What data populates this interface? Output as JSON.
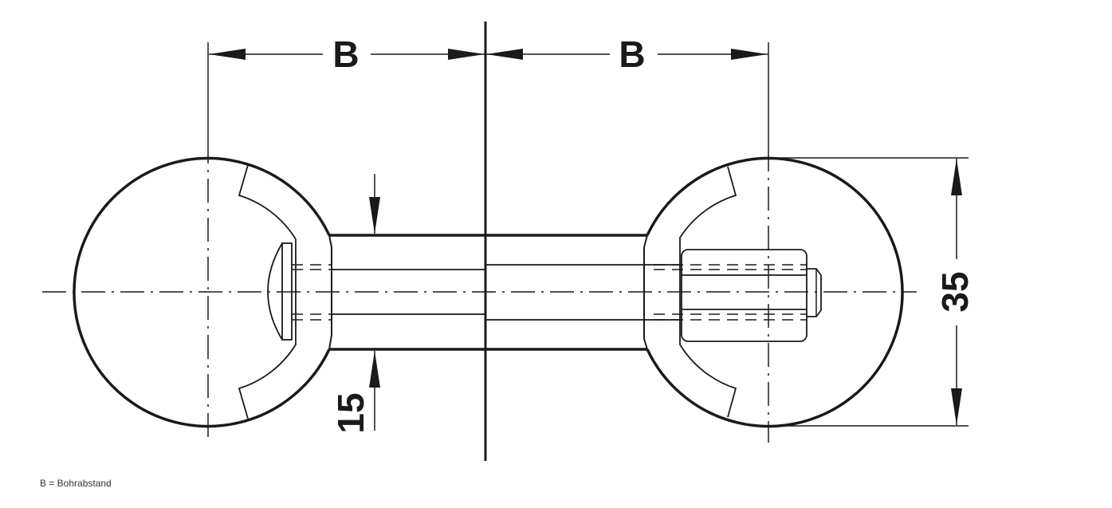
{
  "drawing": {
    "dimension_b_left": "B",
    "dimension_b_right": "B",
    "dimension_diameter": "35",
    "dimension_shaft": "15",
    "line_color": "#1a1a1a"
  },
  "caption": "B = Bohrabstand"
}
